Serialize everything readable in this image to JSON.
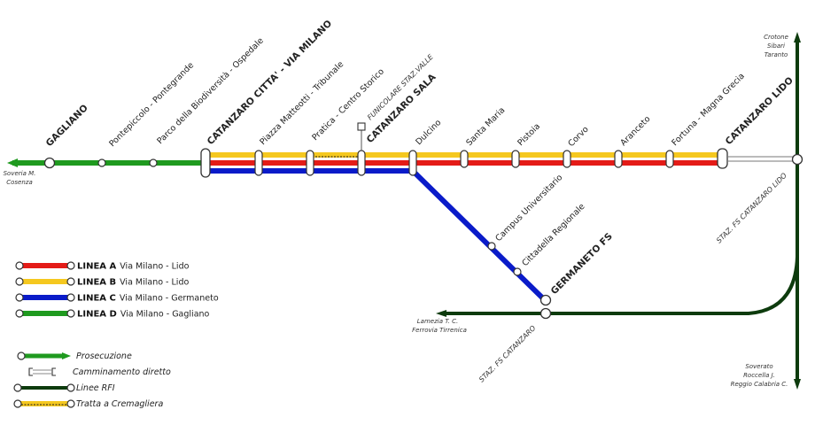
{
  "colors": {
    "red": "#e41b17",
    "yellow": "#f5c81f",
    "blue": "#0a1bc9",
    "green": "#1f9a1f",
    "rfi": "#0d3b0d",
    "cog": "#e8d27a"
  },
  "stations": {
    "gagliano": "GAGLIANO",
    "pontepiccolo": "Pontepiccolo - Pontegrande",
    "parco": "Parco della Biodiversità - Ospedale",
    "citta": "CATANZARO CITTA' - VIA MILANO",
    "matteotti": "Piazza Matteotti - Tribunale",
    "pratica": "Pratica - Centro Storico",
    "sala": "CATANZARO SALA",
    "funicolare": "FUNICOLARE STAZ.VALLE",
    "dulcino": "Dulcino",
    "santa_maria": "Santa Maria",
    "pistoia": "Pistoia",
    "corvo": "Corvo",
    "aranceto": "Aranceto",
    "fortuna": "Fortuna - Magna Grecia",
    "lido": "CATANZARO LIDO",
    "campus": "Campus Universitario",
    "cittadella": "Cittadella Regionale",
    "germaneto": "GERMANETO FS",
    "staz_fs_lido": "STAZ. FS CATANZARO LIDO",
    "staz_fs_catanzaro": "STAZ. FS CATANZARO"
  },
  "notes": {
    "soveria": [
      "Soveria M.",
      "Cosenza"
    ],
    "crotone": [
      "Crotone",
      "Sibari",
      "Taranto"
    ],
    "lamezia": [
      "Lamezia T. C.",
      "Ferrovia Tirrenica"
    ],
    "soverato": [
      "Soverato",
      "Roccella J.",
      "Reggio Calabria C."
    ]
  },
  "legend": {
    "lines": [
      {
        "code": "LINEA A",
        "desc": "Via Milano - Lido",
        "color": "red"
      },
      {
        "code": "LINEA B",
        "desc": "Via Milano - Lido",
        "color": "yellow"
      },
      {
        "code": "LINEA C",
        "desc": "Via Milano - Germaneto",
        "color": "blue"
      },
      {
        "code": "LINEA D",
        "desc": "Via Milano - Gagliano",
        "color": "green"
      }
    ],
    "symbols": {
      "prosecuzione": "Prosecuzione",
      "camminamento": "Camminamento diretto",
      "rfi": "Linee RFI",
      "cremagliera": "Tratta a Cremagliera"
    }
  }
}
